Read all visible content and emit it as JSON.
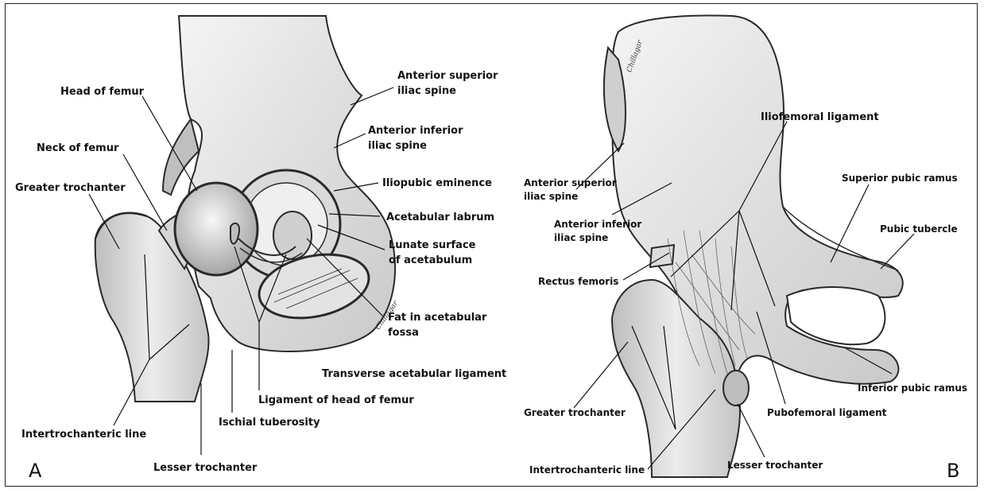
{
  "panels": {
    "a": {
      "letter": "A",
      "signature": "Chillagar",
      "labels": {
        "head_of_femur": "Head of femur",
        "neck_of_femur": "Neck of femur",
        "greater_trochanter": "Greater trochanter",
        "anterior_superior_iliac_spine": [
          "Anterior superior",
          "iliac spine"
        ],
        "anterior_inferior_iliac_spine": [
          "Anterior inferior",
          "iliac spine"
        ],
        "iliopubic_eminence": "Iliopubic eminence",
        "acetabular_labrum": "Acetabular labrum",
        "lunate_surface": [
          "Lunate surface",
          "of acetabulum"
        ],
        "fat_in_acetabular_fossa": [
          "Fat in acetabular",
          "fossa"
        ],
        "transverse_acetabular_ligament": "Transverse acetabular ligament",
        "ligament_of_head_of_femur": "Ligament of head of femur",
        "ischial_tuberosity": "Ischial tuberosity",
        "intertrochanteric_line": "Intertrochanteric line",
        "lesser_trochanter": "Lesser trochanter"
      }
    },
    "b": {
      "letter": "B",
      "signature": "Chillagar",
      "labels": {
        "iliofemoral_ligament": "Iliofemoral ligament",
        "anterior_superior_iliac_spine": [
          "Anterior superior",
          "iliac spine"
        ],
        "anterior_inferior_iliac_spine": [
          "Anterior inferior",
          "iliac spine"
        ],
        "superior_pubic_ramus": "Superior pubic ramus",
        "pubic_tubercle": "Pubic tubercle",
        "rectus_femoris": "Rectus femoris",
        "inferior_pubic_ramus": "Inferior pubic ramus",
        "greater_trochanter": "Greater trochanter",
        "pubofemoral_ligament": "Pubofemoral ligament",
        "intertrochanteric_line": "Intertrochanteric line",
        "lesser_trochanter": "Lesser trochanter"
      }
    }
  }
}
